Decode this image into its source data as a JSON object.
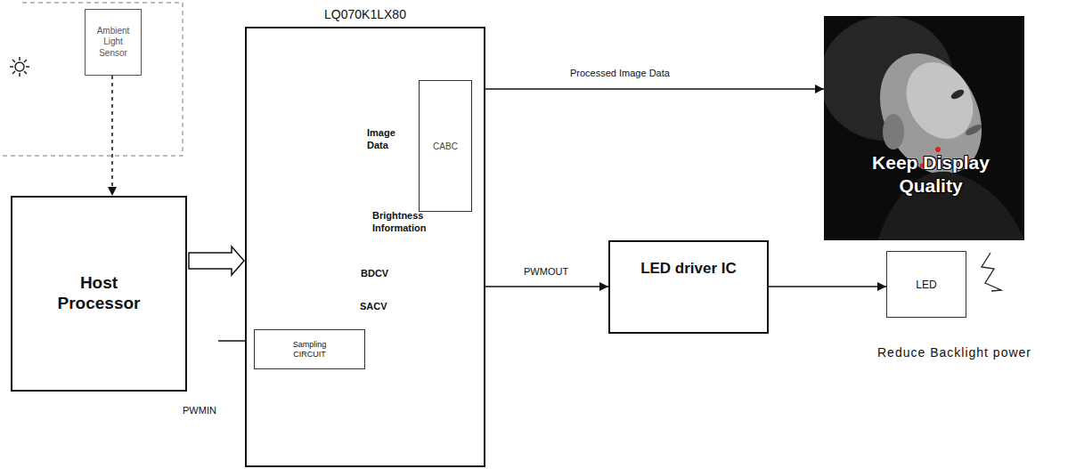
{
  "diagram": {
    "nodes": [
      {
        "text": [
          "Ambient Light Sensor"
        ]
      },
      {
        "text": [
          "Host Processor"
        ]
      },
      {
        "text": [
          "LQ070K1LX80"
        ]
      },
      {
        "text": [
          "CABC"
        ],
        "in": 2
      },
      {
        "text": [
          "Sampling CIRCUIT"
        ],
        "in": 2
      },
      {
        "text": [
          "LED driver IC"
        ]
      },
      {
        "text": [
          "Keep Display Quality"
        ]
      },
      {
        "text": [
          "LED"
        ]
      }
    ],
    "edges": [
      {
        "from": 0,
        "to": 1,
        "arrow": "to"
      },
      {
        "from": 1,
        "to": 2,
        "arrow": "to"
      },
      {
        "from": 3,
        "to": 6,
        "label": "Processed Image Data",
        "arrow": "to"
      },
      {
        "from": 2,
        "to": 5,
        "label": "PWMOUT",
        "arrow": "to"
      },
      {
        "from": 5,
        "to": 7,
        "arrow": "to"
      }
    ],
    "labels": [
      "Image Data",
      "Brightness Information",
      "BDCV",
      "SACV",
      "PWMIN",
      "Reduce Backlight power"
    ]
  }
}
